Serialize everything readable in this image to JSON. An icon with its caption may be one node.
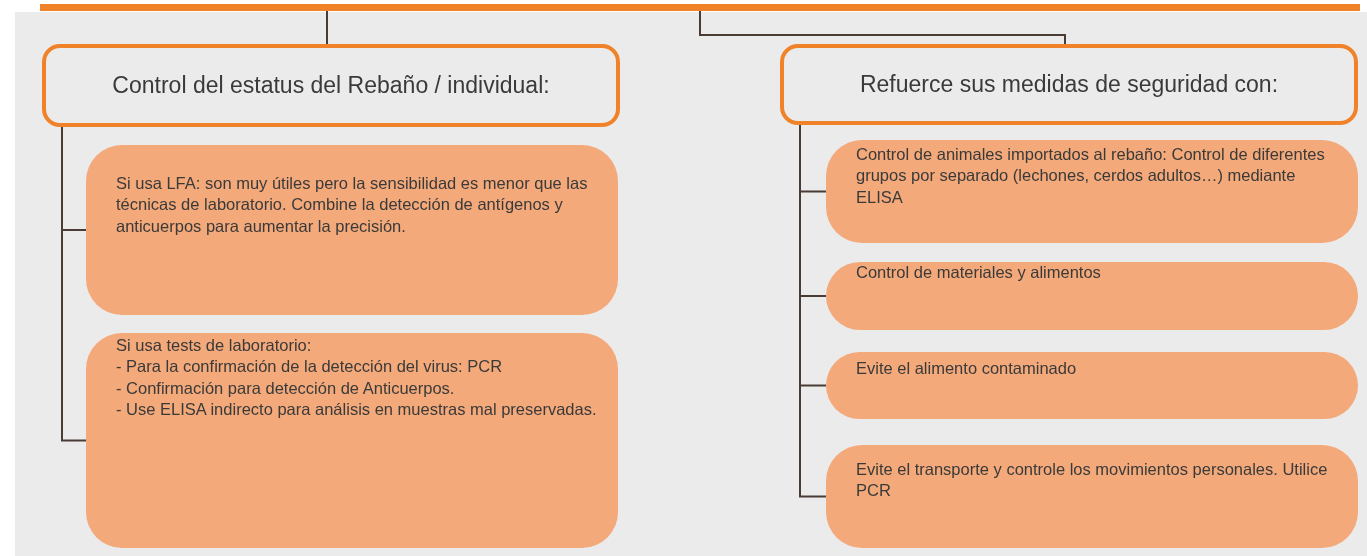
{
  "diagram": {
    "nodes": [
      {
        "text": [],
        "shape": "bar"
      },
      {
        "text": [
          "Control del estatus del Rebaño / individual:"
        ]
      },
      {
        "text": [
          "Refuerce sus medidas de seguridad con:"
        ]
      },
      {
        "text": [
          "Si usa LFA: son muy útiles pero la sensibilidad es menor que las técnicas de laboratorio. Combine la detección de antígenos y anticuerpos para aumentar la precisión."
        ]
      },
      {
        "text": [
          "Si usa tests de laboratorio:",
          "- Para la confirmación de la detección del virus: PCR",
          "- Confirmación para detección de Anticuerpos.",
          "- Use ELISA indirecto para análisis en muestras mal preservadas."
        ]
      },
      {
        "text": [
          "Control de animales importados al rebaño: Control de diferentes grupos por separado (lechones, cerdos adultos…) mediante ELISA"
        ]
      },
      {
        "text": [
          "Control de materiales y alimentos"
        ]
      },
      {
        "text": [
          "Evite el alimento contaminado"
        ]
      },
      {
        "text": [
          "Evite el transporte y controle los movimientos personales. Utilice PCR"
        ]
      }
    ],
    "edges": [
      {
        "from": 0,
        "to": 1,
        "arrow": "none"
      },
      {
        "from": 0,
        "to": 2,
        "arrow": "none"
      },
      {
        "from": 1,
        "to": 3,
        "arrow": "none"
      },
      {
        "from": 1,
        "to": 4,
        "arrow": "none"
      },
      {
        "from": 2,
        "to": 5,
        "arrow": "none"
      },
      {
        "from": 2,
        "to": 6,
        "arrow": "none"
      },
      {
        "from": 2,
        "to": 7,
        "arrow": "none"
      },
      {
        "from": 2,
        "to": 8,
        "arrow": "none"
      }
    ]
  }
}
